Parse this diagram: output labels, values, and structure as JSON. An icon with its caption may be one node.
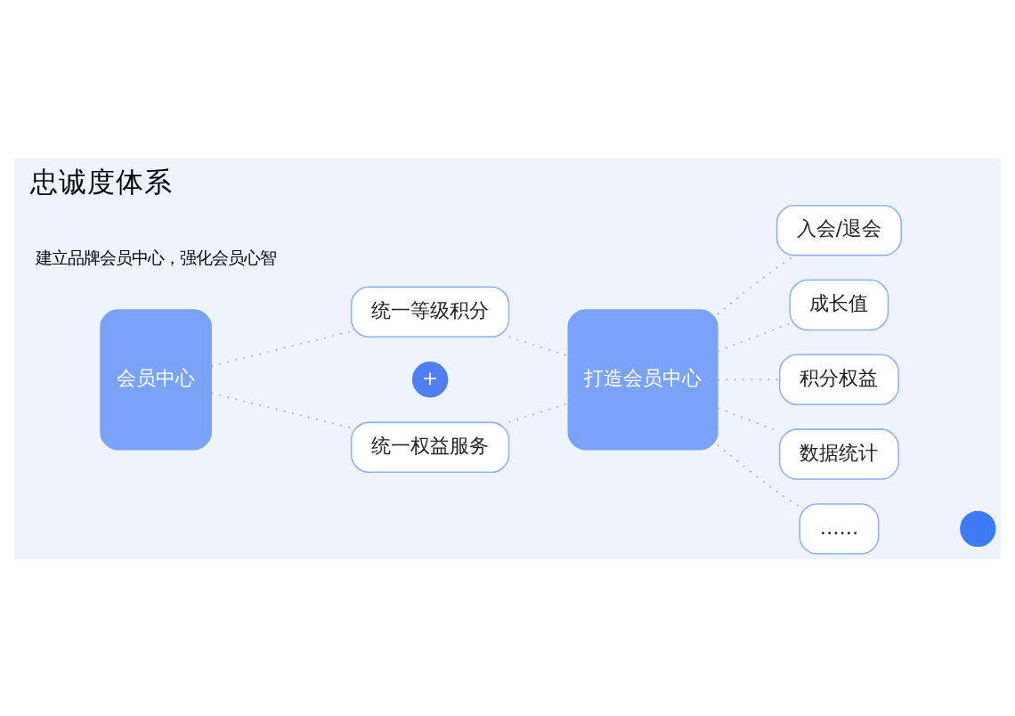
{
  "diagram": {
    "title": "忠诚度体系",
    "nodes": [
      {
        "text": [
          "会员中心"
        ]
      },
      {
        "text": [
          "统一等级积分"
        ]
      },
      {
        "text": [
          "+"
        ]
      },
      {
        "text": [
          "统一权益服务"
        ]
      },
      {
        "text": [
          "打造会员中心"
        ]
      },
      {
        "text": [
          "入会/退会"
        ]
      },
      {
        "text": [
          "成长值"
        ]
      },
      {
        "text": [
          "积分权益"
        ]
      },
      {
        "text": [
          "数据统计"
        ]
      },
      {
        "text": [
          "……"
        ]
      },
      {
        "text": [],
        "shape": "circle"
      }
    ],
    "edges": [
      {
        "from": 0,
        "to": 1,
        "arrow": "none",
        "style": "dashed"
      },
      {
        "from": 0,
        "to": 3,
        "arrow": "none",
        "style": "dashed"
      },
      {
        "from": 1,
        "to": 4,
        "arrow": "none",
        "style": "dashed"
      },
      {
        "from": 3,
        "to": 4,
        "arrow": "none",
        "style": "dashed"
      },
      {
        "from": 4,
        "to": 5,
        "arrow": "none",
        "style": "dashed"
      },
      {
        "from": 4,
        "to": 6,
        "arrow": "none",
        "style": "dashed"
      },
      {
        "from": 4,
        "to": 7,
        "arrow": "none",
        "style": "dashed"
      },
      {
        "from": 4,
        "to": 8,
        "arrow": "none",
        "style": "dashed"
      },
      {
        "from": 4,
        "to": 9,
        "arrow": "none",
        "style": "dashed"
      }
    ],
    "labels": [
      "建立品牌会员中心，强化会员心智"
    ]
  }
}
